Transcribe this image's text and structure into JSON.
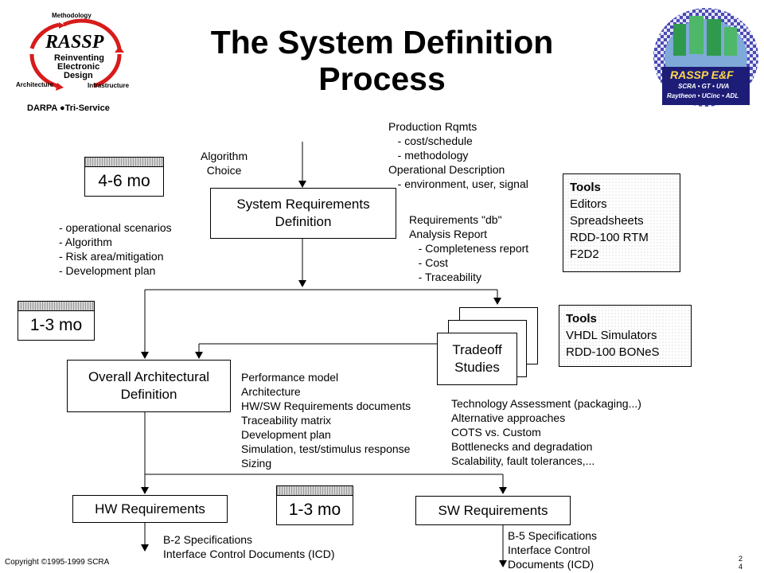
{
  "header": {
    "title_line1": "The System Definition",
    "title_line2": "Process"
  },
  "logo_left": {
    "methodology": "Methodology",
    "rassp": "RASSP",
    "reinventing": "Reinventing",
    "electronic": "Electronic",
    "design": "Design",
    "architecture": "Architecture",
    "infrastructure": "Infrastructure",
    "footer": "DARPA ●Tri-Service"
  },
  "logo_right": {
    "title": "RASSP E&F",
    "line1": "SCRA • GT • UVA",
    "line2": "Raytheon • UCinc • ADL"
  },
  "inputs": {
    "algorithm_choice": "Algorithm\n  Choice",
    "production": "Production Rqmts\n   - cost/schedule\n   - methodology\nOperational Description\n   - environment, user, signal"
  },
  "boxes": {
    "srd": "System Requirements\nDefinition",
    "oad": "Overall Architectural\nDefinition",
    "tradeoff": "Tradeoff\nStudies",
    "hw": "HW Requirements",
    "sw": "SW Requirements"
  },
  "durations": {
    "first": "4-6 mo",
    "second": "1-3 mo",
    "third": "1-3 mo"
  },
  "notes": {
    "srd_left": "- operational scenarios\n- Algorithm\n- Risk area/mitigation\n- Development plan",
    "srd_right": "Requirements \"db\"\nAnalysis Report\n   - Completeness report\n   - Cost\n   - Traceability",
    "oad_outputs": "Performance model\nArchitecture\nHW/SW Requirements documents\nTraceability matrix\nDevelopment plan\nSimulation, test/stimulus response\nSizing",
    "tradeoff_topics": "Technology Assessment (packaging...)\nAlternative approaches\nCOTS vs. Custom\nBottlenecks and degradation\nScalability, fault tolerances,...",
    "hw_out": "B-2 Specifications\nInterface Control Documents (ICD)",
    "sw_out": "B-5 Specifications\nInterface Control\nDocuments (ICD)"
  },
  "tools1": {
    "heading": "Tools",
    "items": [
      "Editors",
      "Spreadsheets",
      "RDD-100 RTM",
      "F2D2"
    ]
  },
  "tools2": {
    "heading": "Tools",
    "items": [
      "VHDL Simulators",
      "RDD-100 BONeS"
    ]
  },
  "footer": {
    "copyright": "Copyright ©1995-1999 SCRA",
    "page": "2\n4"
  }
}
